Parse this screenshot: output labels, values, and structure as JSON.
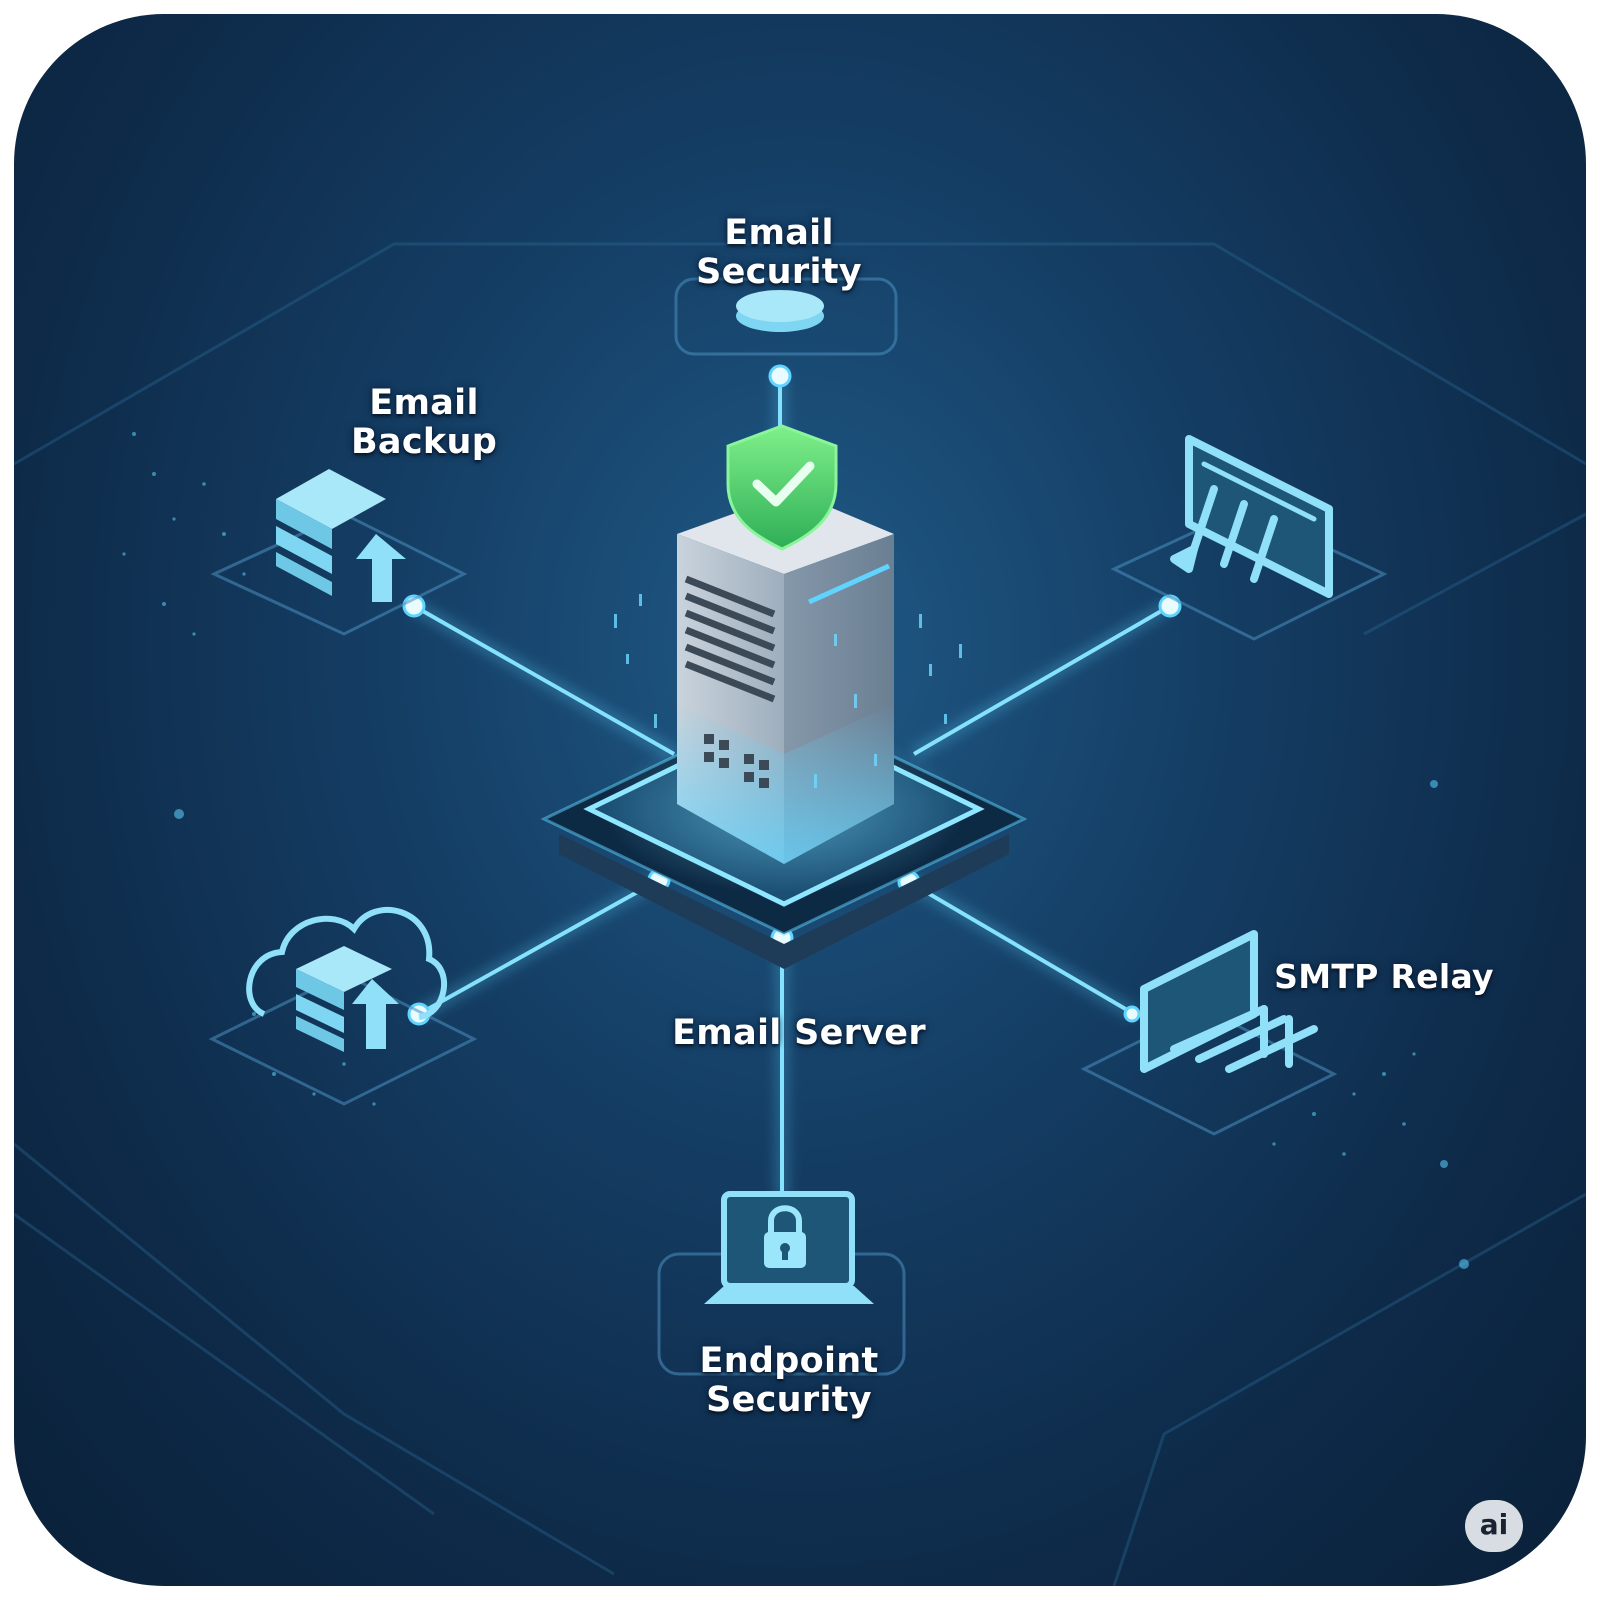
{
  "diagram": {
    "center_label": "Email Server",
    "nodes": [
      {
        "id": "email-security",
        "label_line1": "Email",
        "label_line2": "Security",
        "icon": "disc-icon"
      },
      {
        "id": "email-backup",
        "label_line1": "Email",
        "label_line2": "Backup",
        "icon": "database-upload-icon"
      },
      {
        "id": "mail-filter",
        "icon": "filter-panel-icon"
      },
      {
        "id": "cloud-backup",
        "icon": "cloud-database-upload-icon"
      },
      {
        "id": "smtp-relay",
        "label": "SMTP Relay",
        "icon": "relay-panel-icon"
      },
      {
        "id": "endpoint-security",
        "label_line1": "Endpoint",
        "label_line2": "Security",
        "icon": "laptop-lock-icon"
      }
    ],
    "center_icon": "server-tower-icon",
    "badge_icon": "shield-check-icon",
    "watermark": "ai"
  },
  "colors": {
    "background": "#123a5e",
    "accent_cyan": "#5fd4ff",
    "icon_fill": "#7fd6f2",
    "shield_green": "#4cd964"
  }
}
